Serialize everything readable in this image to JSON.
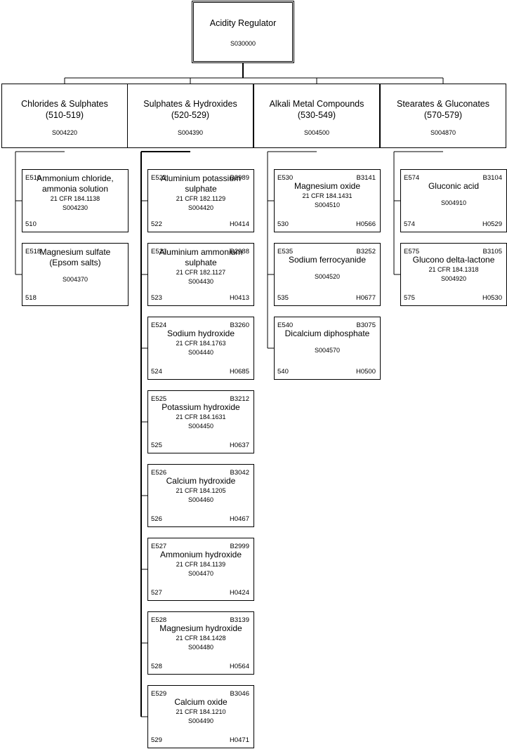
{
  "root": {
    "title": "Acidity Regulator",
    "code": "S030000"
  },
  "categories": [
    {
      "title": "Chlorides & Sulphates",
      "range": "(510-519)",
      "code": "S004220",
      "items": [
        {
          "e": "E510",
          "b": "",
          "name": "Ammonium chloride, ammonia solution",
          "cfr": "21 CFR 184.1138",
          "s": "S004230",
          "num": "510",
          "h": ""
        },
        {
          "e": "E518",
          "b": "",
          "name": "Magnesium sulfate (Epsom salts)",
          "cfr": "",
          "s": "S004370",
          "num": "518",
          "h": ""
        }
      ]
    },
    {
      "title": "Sulphates & Hydroxides",
      "range": "(520-529)",
      "code": "S004390",
      "items": [
        {
          "e": "E522",
          "b": "B2989",
          "name": "Aluminium potassium sulphate",
          "cfr": "21 CFR 182.1129",
          "s": "S004420",
          "num": "522",
          "h": "H0414"
        },
        {
          "e": "E523",
          "b": "B2988",
          "name": "Aluminium ammonium sulphate",
          "cfr": "21 CFR 182.1127",
          "s": "S004430",
          "num": "523",
          "h": "H0413"
        },
        {
          "e": "E524",
          "b": "B3260",
          "name": "Sodium hydroxide",
          "cfr": "21 CFR 184.1763",
          "s": "S004440",
          "num": "524",
          "h": "H0685"
        },
        {
          "e": "E525",
          "b": "B3212",
          "name": "Potassium hydroxide",
          "cfr": "21 CFR 184.1631",
          "s": "S004450",
          "num": "525",
          "h": "H0637"
        },
        {
          "e": "E526",
          "b": "B3042",
          "name": "Calcium hydroxide",
          "cfr": "21 CFR 184.1205",
          "s": "S004460",
          "num": "526",
          "h": "H0467"
        },
        {
          "e": "E527",
          "b": "B2999",
          "name": "Ammonium hydroxide",
          "cfr": "21 CFR 184.1139",
          "s": "S004470",
          "num": "527",
          "h": "H0424"
        },
        {
          "e": "E528",
          "b": "B3139",
          "name": "Magnesium hydroxide",
          "cfr": "21 CFR 184.1428",
          "s": "S004480",
          "num": "528",
          "h": "H0564"
        },
        {
          "e": "E529",
          "b": "B3046",
          "name": "Calcium oxide",
          "cfr": "21 CFR 184.1210",
          "s": "S004490",
          "num": "529",
          "h": "H0471"
        }
      ]
    },
    {
      "title": "Alkali Metal Compounds",
      "range": "(530-549)",
      "code": "S004500",
      "items": [
        {
          "e": "E530",
          "b": "B3141",
          "name": "Magnesium oxide",
          "cfr": "21 CFR 184.1431",
          "s": "S004510",
          "num": "530",
          "h": "H0566"
        },
        {
          "e": "E535",
          "b": "B3252",
          "name": "Sodium ferrocyanide",
          "cfr": "",
          "s": "S004520",
          "num": "535",
          "h": "H0677"
        },
        {
          "e": "E540",
          "b": "B3075",
          "name": "Dicalcium diphosphate",
          "cfr": "",
          "s": "S004570",
          "num": "540",
          "h": "H0500"
        }
      ]
    },
    {
      "title": "Stearates & Gluconates",
      "range": "(570-579)",
      "code": "S004870",
      "items": [
        {
          "e": "E574",
          "b": "B3104",
          "name": "Gluconic acid",
          "cfr": "",
          "s": "S004910",
          "num": "574",
          "h": "H0529"
        },
        {
          "e": "E575",
          "b": "B3105",
          "name": "Glucono delta-lactone",
          "cfr": "21 CFR 184.1318",
          "s": "S004920",
          "num": "575",
          "h": "H0530"
        }
      ]
    }
  ]
}
